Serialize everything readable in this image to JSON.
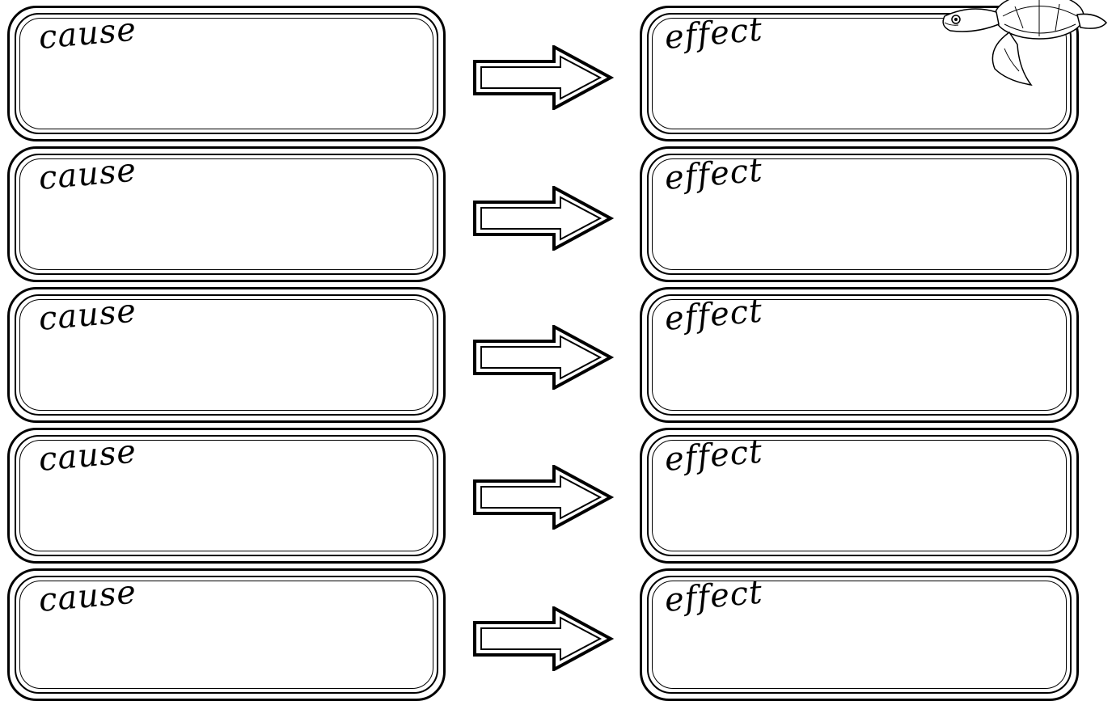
{
  "rows": [
    {
      "cause_label": "cause",
      "effect_label": "effect"
    },
    {
      "cause_label": "cause",
      "effect_label": "effect"
    },
    {
      "cause_label": "cause",
      "effect_label": "effect"
    },
    {
      "cause_label": "cause",
      "effect_label": "effect"
    },
    {
      "cause_label": "cause",
      "effect_label": "effect"
    }
  ],
  "icons": {
    "arrow": "right-arrow-icon",
    "decoration": "turtle-icon"
  },
  "colors": {
    "stroke": "#000000",
    "background": "#ffffff"
  }
}
